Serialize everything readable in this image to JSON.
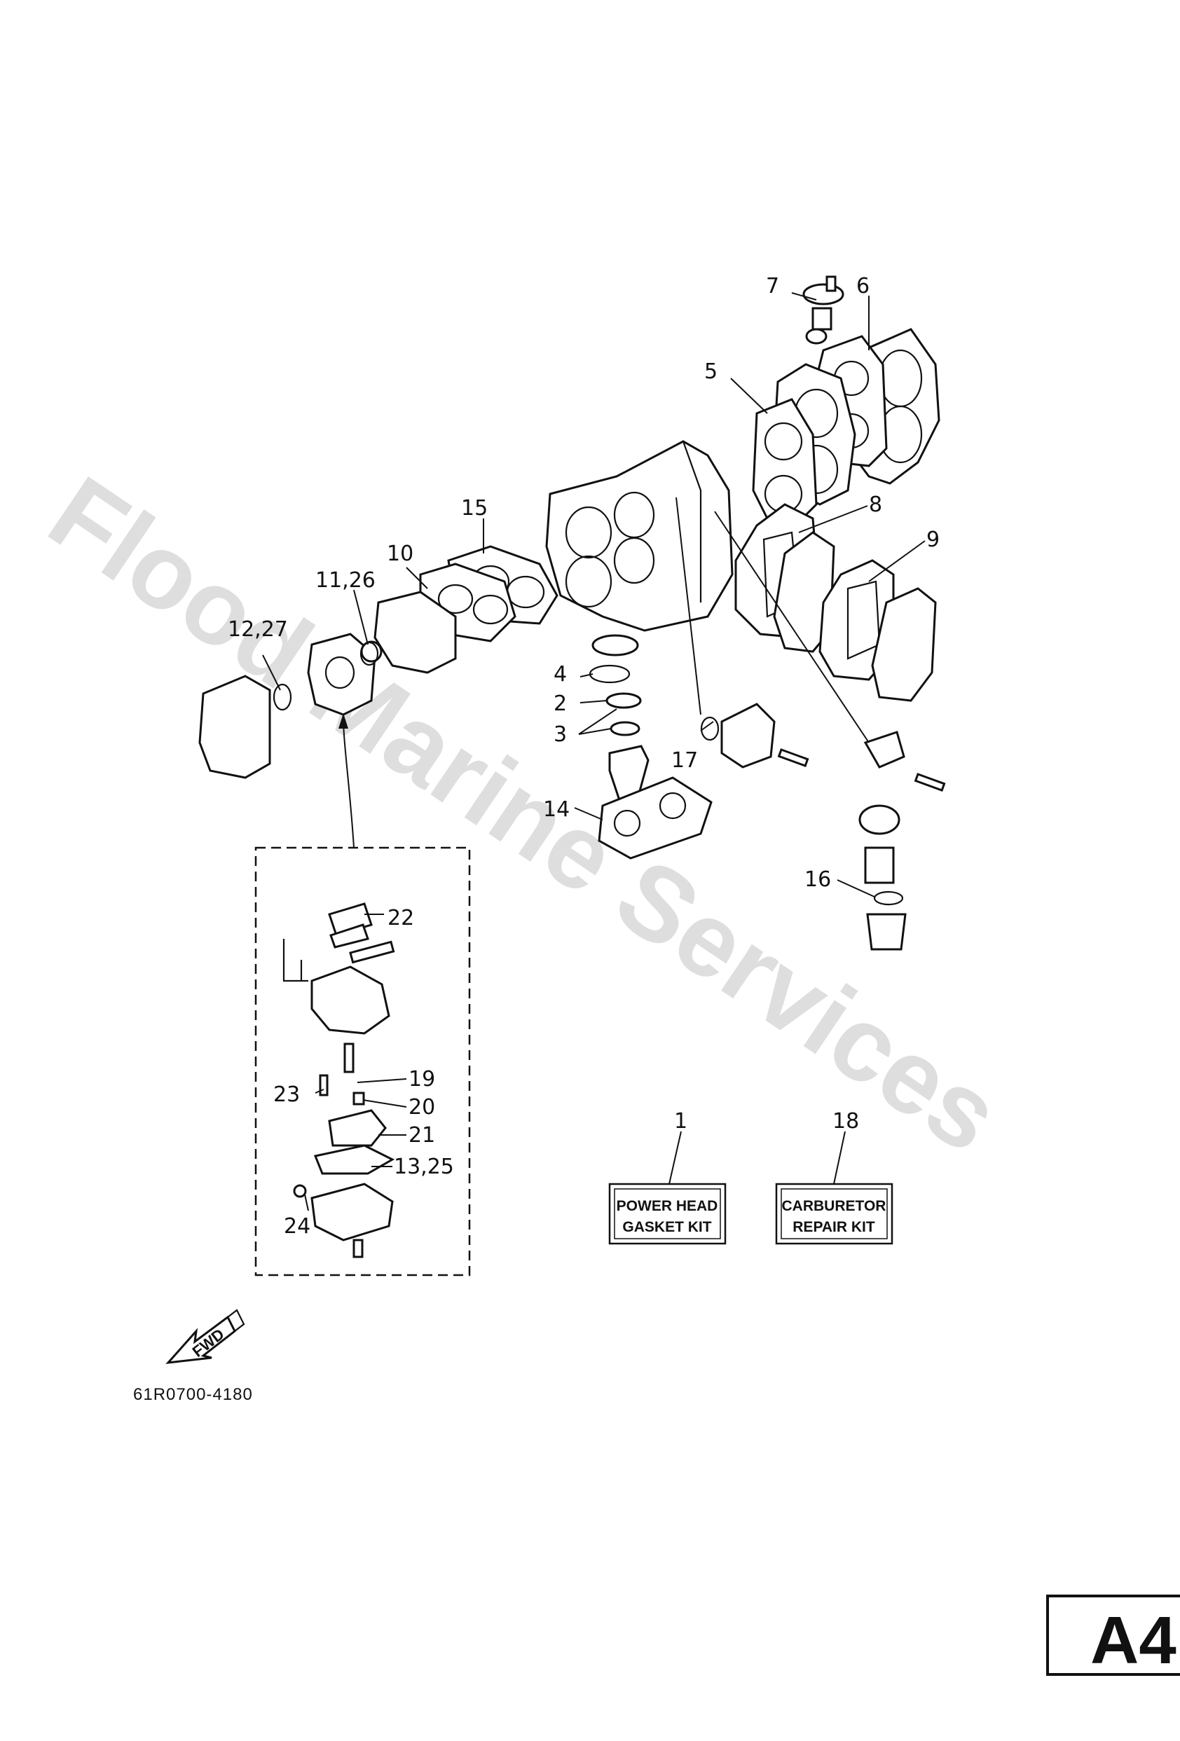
{
  "watermark": {
    "text": "Flood Marine Services",
    "color": "#d9d9d9"
  },
  "callouts": {
    "c1": "1",
    "c2": "2",
    "c3": "3",
    "c4": "4",
    "c5": "5",
    "c6": "6",
    "c7": "7",
    "c8": "8",
    "c9": "9",
    "c10": "10",
    "c11": "11,26",
    "c12": "12,27",
    "c13": "13,25",
    "c14": "14",
    "c15": "15",
    "c16": "16",
    "c17": "17",
    "c18": "18",
    "c19": "19",
    "c20": "20",
    "c21": "21",
    "c22": "22",
    "c23": "23",
    "c24": "24"
  },
  "kits": {
    "power_head": {
      "line1": "POWER HEAD",
      "line2": "GASKET KIT"
    },
    "carburetor": {
      "line1": "CARBURETOR",
      "line2": "REPAIR KIT"
    }
  },
  "direction": {
    "label": "FWD"
  },
  "reference_number": "61R0700-4180",
  "page_id": "A4"
}
